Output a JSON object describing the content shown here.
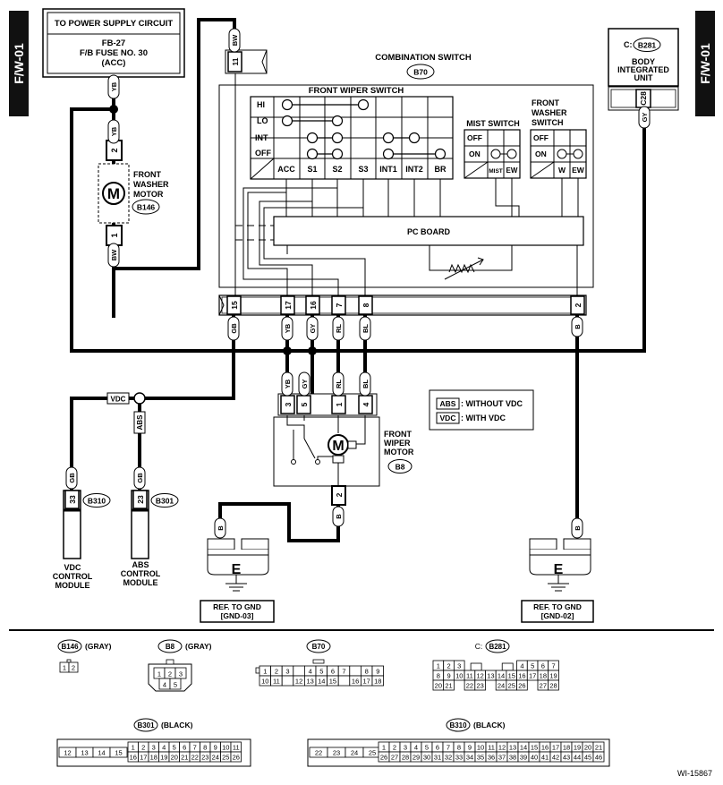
{
  "page_tags": {
    "left": "F/W-01",
    "right": "F/W-01"
  },
  "figure_id": "WI-15867",
  "power_box": {
    "title": "TO POWER SUPPLY CIRCUIT",
    "line1": "FB-27",
    "line2": "F/B FUSE NO. 30",
    "line3": "(ACC)"
  },
  "combination_switch": {
    "title": "COMBINATION SWITCH",
    "code": "B70"
  },
  "front_wiper_switch": {
    "title": "FRONT WIPER SWITCH",
    "rows": [
      "HI",
      "LO",
      "INT",
      "OFF"
    ],
    "cols": [
      "ACC",
      "S1",
      "S2",
      "S3",
      "INT1",
      "INT2",
      "BR"
    ]
  },
  "mist_switch": {
    "title": "MIST SWITCH",
    "rows": [
      "OFF",
      "ON"
    ],
    "cols": [
      "MIST",
      "EW"
    ]
  },
  "washer_switch": {
    "title_line1": "FRONT",
    "title_line2": "WASHER",
    "title_line3": "SWITCH",
    "rows": [
      "OFF",
      "ON"
    ],
    "cols": [
      "W",
      "EW"
    ]
  },
  "pc_board": {
    "label": "PC BOARD"
  },
  "body_unit": {
    "conn_prefix": "C:",
    "code": "B281",
    "line1": "BODY",
    "line2": "INTEGRATED",
    "line3": "UNIT"
  },
  "washer_motor": {
    "line1": "FRONT",
    "line2": "WASHER",
    "line3": "MOTOR",
    "code": "B146",
    "symbol": "M"
  },
  "wiper_motor": {
    "line1": "FRONT",
    "line2": "WIPER",
    "line3": "MOTOR",
    "code": "B8",
    "symbol": "M"
  },
  "legend": {
    "abs_tag": "ABS",
    "abs_text": ": WITHOUT VDC",
    "vdc_tag": "VDC",
    "vdc_text": ": WITH VDC"
  },
  "vdc_module": {
    "code": "B310",
    "line1": "VDC",
    "line2": "CONTROL",
    "line3": "MODULE",
    "pin": "33",
    "wire": "GB"
  },
  "abs_module": {
    "code": "B301",
    "line1": "ABS",
    "line2": "CONTROL",
    "line3": "MODULE",
    "pin": "23",
    "wire": "GB"
  },
  "vdc_tag": "VDC",
  "abs_tag": "ABS",
  "ground_left": {
    "symbol": "E",
    "line1": "REF. TO GND",
    "line2": "[GND-03]",
    "wire": "B"
  },
  "ground_right": {
    "symbol": "E",
    "line1": "REF. TO GND",
    "line2": "[GND-02]",
    "wire": "B"
  },
  "wires": {
    "yb_top": "YB",
    "yb_mid": "YB",
    "bw_bottom": "BW",
    "bw_top": "BW",
    "gy_bcm": "GY",
    "pin_bcm": "C28",
    "pin_11": "11",
    "pin_2": "2",
    "pin_1": "1",
    "combo_pins": [
      "15",
      "17",
      "16",
      "7",
      "8",
      "2"
    ],
    "combo_colors": [
      "GB",
      "YB",
      "GY",
      "RL",
      "BL",
      "B"
    ],
    "wiper_pins": [
      "3",
      "5",
      "1",
      "4"
    ],
    "wiper_colors": [
      "YB",
      "GY",
      "RL",
      "BL"
    ],
    "wiper_gnd_pin": "2",
    "wiper_gnd_color": "B"
  },
  "connectors": {
    "b146": {
      "code": "B146",
      "color": "(GRAY)",
      "pins": [
        "1",
        "2"
      ]
    },
    "b8": {
      "code": "B8",
      "color": "(GRAY)",
      "row1": [
        "1",
        "2",
        "3"
      ],
      "row2": [
        "4",
        "5"
      ]
    },
    "b70": {
      "code": "B70",
      "row1": [
        "1",
        "2",
        "3",
        "4",
        "5",
        "6",
        "7",
        "8",
        "9"
      ],
      "row2": [
        "10",
        "11",
        "12",
        "13",
        "14",
        "15",
        "16",
        "17",
        "18"
      ]
    },
    "b281": {
      "prefix": "C:",
      "code": "B281",
      "row1": [
        "1",
        "2",
        "3",
        "4",
        "5",
        "6",
        "7"
      ],
      "row2": [
        "8",
        "9",
        "10",
        "11",
        "12",
        "13",
        "14",
        "15",
        "16",
        "17",
        "18",
        "19"
      ],
      "row3": [
        "20",
        "21",
        "22",
        "23",
        "24",
        "25",
        "26",
        "27",
        "28"
      ]
    },
    "b301": {
      "code": "B301",
      "color": "(BLACK)",
      "left": [
        "12",
        "13",
        "14",
        "15"
      ],
      "row1": [
        "1",
        "2",
        "3",
        "4",
        "5",
        "6",
        "7",
        "8",
        "9",
        "10",
        "11"
      ],
      "row2": [
        "16",
        "17",
        "18",
        "19",
        "20",
        "21",
        "22",
        "23",
        "24",
        "25",
        "26"
      ]
    },
    "b310": {
      "code": "B310",
      "color": "(BLACK)",
      "left": [
        "22",
        "23",
        "24",
        "25"
      ],
      "row1": [
        "1",
        "2",
        "3",
        "4",
        "5",
        "6",
        "7",
        "8",
        "9",
        "10",
        "11",
        "12",
        "13",
        "14",
        "15",
        "16",
        "17",
        "18",
        "19",
        "20",
        "21"
      ],
      "row2": [
        "26",
        "27",
        "28",
        "29",
        "30",
        "31",
        "32",
        "33",
        "34",
        "35",
        "36",
        "37",
        "38",
        "39",
        "40",
        "41",
        "42",
        "43",
        "44",
        "45",
        "46"
      ]
    }
  }
}
